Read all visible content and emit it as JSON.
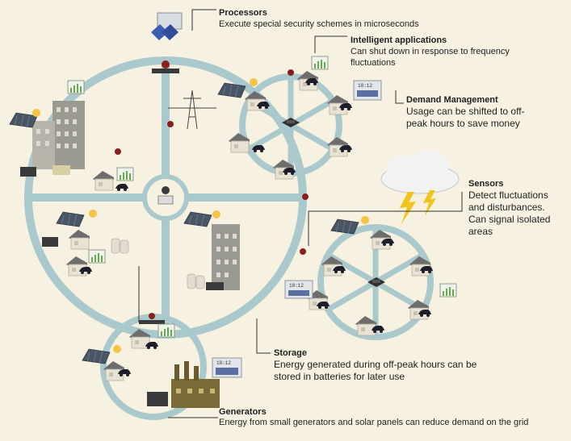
{
  "callouts": {
    "processors": {
      "title": "Processors",
      "text": "Execute special security schemes in microseconds"
    },
    "intelligent_applications": {
      "title": "Intelligent applications",
      "text": "Can shut down in response to frequency fluctuations"
    },
    "demand_management": {
      "title": "Demand Management",
      "text": "Usage can be shifted to off-peak hours to save money"
    },
    "sensors": {
      "title": "Sensors",
      "text": "Detect fluctuations and disturbances. Can signal isolated areas"
    },
    "storage": {
      "title": "Storage",
      "text": "Energy generated during off-peak hours can be stored in batteries for later use"
    },
    "generators": {
      "title": "Generators",
      "text": "Energy from small generators and solar panels can reduce demand on the grid"
    }
  },
  "meter_readouts": [
    "18:12",
    "18:12",
    "18:12"
  ],
  "colors": {
    "grid": "#a9c9cc",
    "background": "#f7f1e1",
    "house": "#e8e2d4",
    "building": "#9a9a92",
    "solar": "#4a5566",
    "factory": "#7a6a38",
    "sensor": "#8b1f1f",
    "cloud": "#f2f2f2",
    "bolt": "#f0c419"
  },
  "icons": [
    "processor-icon",
    "transmission-tower-icon",
    "control-center-icon",
    "cloud-icon",
    "lightning-icon",
    "battery-icon",
    "factory-icon",
    "solar-panel-icon",
    "smart-meter-icon",
    "sensor-icon",
    "car-icon",
    "appliance-icon",
    "house-icon",
    "office-building-icon"
  ]
}
